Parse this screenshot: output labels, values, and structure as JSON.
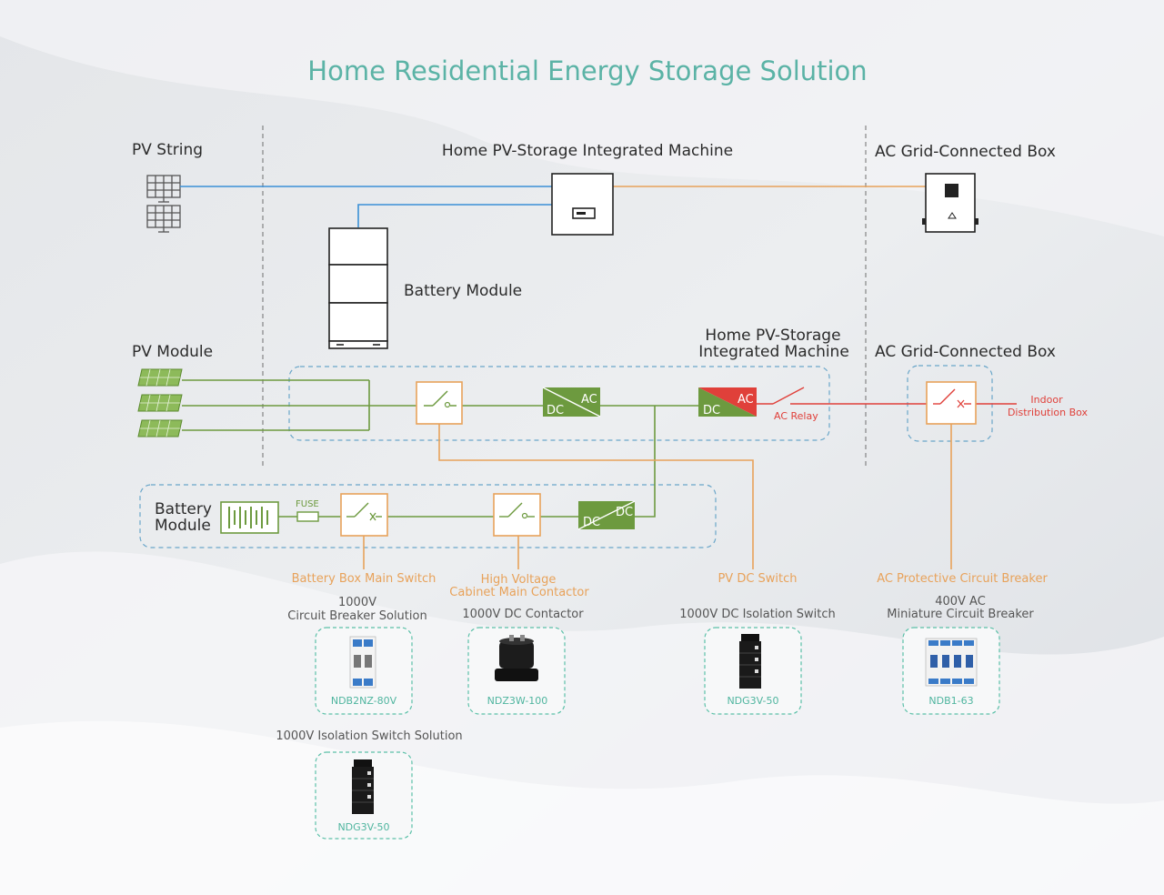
{
  "title": "Home Residential Energy Storage Solution",
  "colors": {
    "title": "#5bb3a6",
    "text": "#2b2b2b",
    "pv_line": "#3a8fd6",
    "ac_line": "#e8a25a",
    "green_line": "#6d9a3f",
    "orange": "#e8a25a",
    "red": "#e0403a",
    "dashed_blue": "#6aa6c9",
    "teal_label": "#4fb59f"
  },
  "top": {
    "pv_string": "PV String",
    "machine": "Home PV-Storage Integrated Machine",
    "ac_box": "AC Grid-Connected Box",
    "battery": "Battery Module"
  },
  "middle": {
    "pv_module": "PV Module",
    "machine_line1": "Home PV-Storage",
    "machine_line2": "Integrated Machine",
    "ac_box": "AC Grid-Connected Box",
    "dc": "DC",
    "ac": "AC",
    "ac_relay": "AC Relay",
    "indoor_line1": "Indoor",
    "indoor_line2": "Distribution Box",
    "battery_line1": "Battery",
    "battery_line2": "Module",
    "fuse": "FUSE"
  },
  "components": [
    {
      "label_lines": [
        "Battery Box Main Switch"
      ],
      "spec_lines": [
        "1000V",
        "Circuit Breaker Solution"
      ],
      "product": "NDB2NZ-80V",
      "icon": "mcb-2pole-icon"
    },
    {
      "label_lines": [
        "High Voltage",
        "Cabinet Main Contactor"
      ],
      "spec_lines": [
        "1000V DC Contactor"
      ],
      "product": "NDZ3W-100",
      "icon": "contactor-icon"
    },
    {
      "label_lines": [
        "PV DC Switch"
      ],
      "spec_lines": [
        "1000V DC Isolation Switch"
      ],
      "product": "NDG3V-50",
      "icon": "isolation-switch-icon"
    },
    {
      "label_lines": [
        "AC Protective Circuit Breaker"
      ],
      "spec_lines": [
        "400V AC",
        "Miniature Circuit Breaker"
      ],
      "product": "NDB1-63",
      "icon": "mcb-4pole-icon"
    }
  ],
  "extra": {
    "spec": "1000V Isolation Switch Solution",
    "product": "NDG3V-50",
    "icon": "isolation-switch-icon"
  }
}
